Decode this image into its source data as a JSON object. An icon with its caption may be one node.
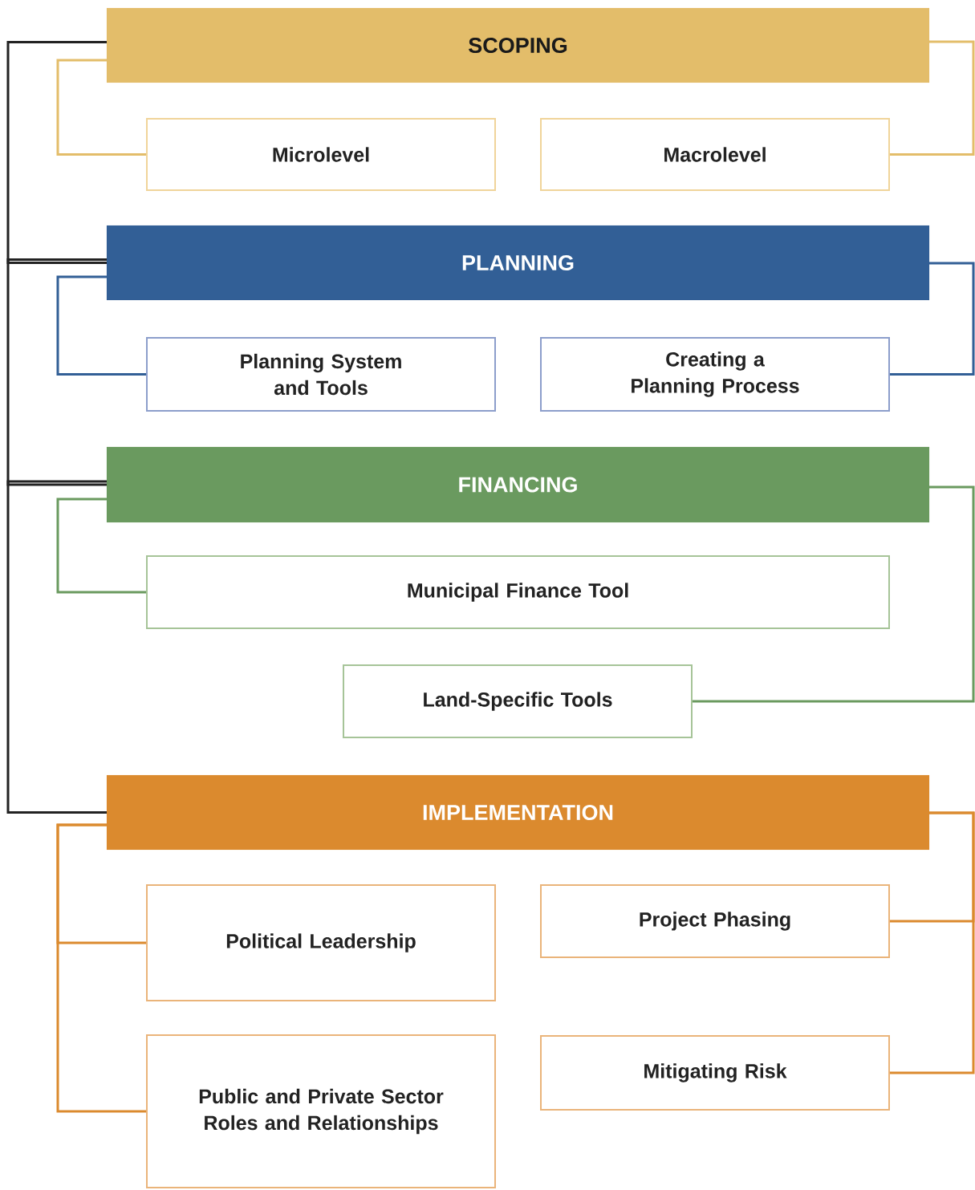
{
  "diagram": {
    "nodes": [
      {
        "text": [
          "SCOPING"
        ]
      },
      {
        "text": [
          "Microlevel"
        ]
      },
      {
        "text": [
          "Macrolevel"
        ]
      },
      {
        "text": [
          "PLANNING"
        ]
      },
      {
        "text": [
          "Planning System and Tools"
        ]
      },
      {
        "text": [
          "Creating a Planning Process"
        ]
      },
      {
        "text": [
          "FINANCING"
        ]
      },
      {
        "text": [
          "Municipal Finance Tool"
        ]
      },
      {
        "text": [
          "Land-Specific Tools"
        ]
      },
      {
        "text": [
          "IMPLEMENTATION"
        ]
      },
      {
        "text": [
          "Political Leadership"
        ]
      },
      {
        "text": [
          "Project Phasing"
        ]
      },
      {
        "text": [
          "Public and Private Sector Roles and Relationships"
        ]
      },
      {
        "text": [
          "Mitigating Risk"
        ]
      }
    ],
    "edges": [
      {
        "from": 0,
        "to": 3,
        "arrow": "none",
        "color": "#222222"
      },
      {
        "from": 3,
        "to": 6,
        "arrow": "none",
        "color": "#222222"
      },
      {
        "from": 6,
        "to": 9,
        "arrow": "none",
        "color": "#222222"
      },
      {
        "from": 0,
        "to": 1,
        "arrow": "none",
        "color": "#e3bd6a"
      },
      {
        "from": 0,
        "to": 2,
        "arrow": "none",
        "color": "#e3bd6a"
      },
      {
        "from": 3,
        "to": 4,
        "arrow": "none",
        "color": "#325f96"
      },
      {
        "from": 3,
        "to": 5,
        "arrow": "none",
        "color": "#325f96"
      },
      {
        "from": 6,
        "to": 7,
        "arrow": "none",
        "color": "#6a9a5f"
      },
      {
        "from": 6,
        "to": 8,
        "arrow": "none",
        "color": "#6a9a5f"
      },
      {
        "from": 9,
        "to": 10,
        "arrow": "none",
        "color": "#db8a2e"
      },
      {
        "from": 9,
        "to": 12,
        "arrow": "none",
        "color": "#db8a2e"
      },
      {
        "from": 9,
        "to": 11,
        "arrow": "none",
        "color": "#db8a2e"
      },
      {
        "from": 9,
        "to": 13,
        "arrow": "none",
        "color": "#db8a2e"
      }
    ]
  }
}
